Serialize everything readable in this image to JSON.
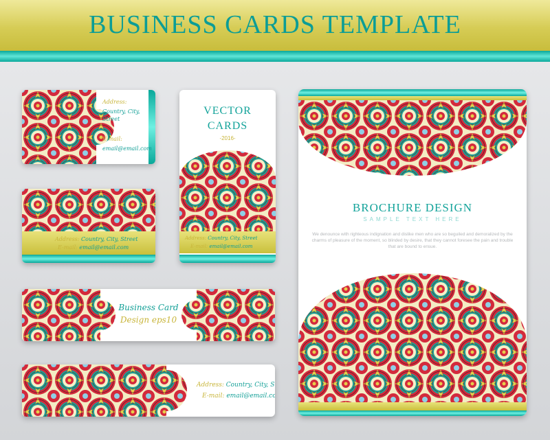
{
  "banner": {
    "title": "BUSINESS CARDS TEMPLATE"
  },
  "colors": {
    "teal": "#0aa89a",
    "gold": "#c9c03c",
    "red": "#d0263a",
    "cream": "#f6f0c8"
  },
  "card1": {
    "address_label": "Address:",
    "address_value": "Country, City, Street",
    "email_label": "E-mail:",
    "email_value": "email@email.com"
  },
  "card2": {
    "address_label": "Address:",
    "address_value": "Country, City, Street",
    "email_label": "E-mail:",
    "email_value": "email@email.com"
  },
  "card3": {
    "line1": "Business Card",
    "line2": "Design eps10"
  },
  "card4": {
    "address_label": "Address:",
    "address_value": "Country, City, Street",
    "email_label": "E-mail:",
    "email_value": "email@email.com"
  },
  "vertical_card": {
    "title1": "VECTOR",
    "title2": "CARDS",
    "year": "-2016-",
    "address_label": "Address:",
    "address_value": "Country, City, Street",
    "email_label": "E-mail:",
    "email_value": "email@email.com"
  },
  "brochure": {
    "title": "BROCHURE DESIGN",
    "subtitle": "SAMPLE TEXT HERE",
    "body": "We denounce with righteous indignation and dislike men who are so beguiled and demoralized by the charms of pleasure of the moment, so blinded by desire, that they cannot foresee the pain and trouble that are bound to ensue."
  }
}
